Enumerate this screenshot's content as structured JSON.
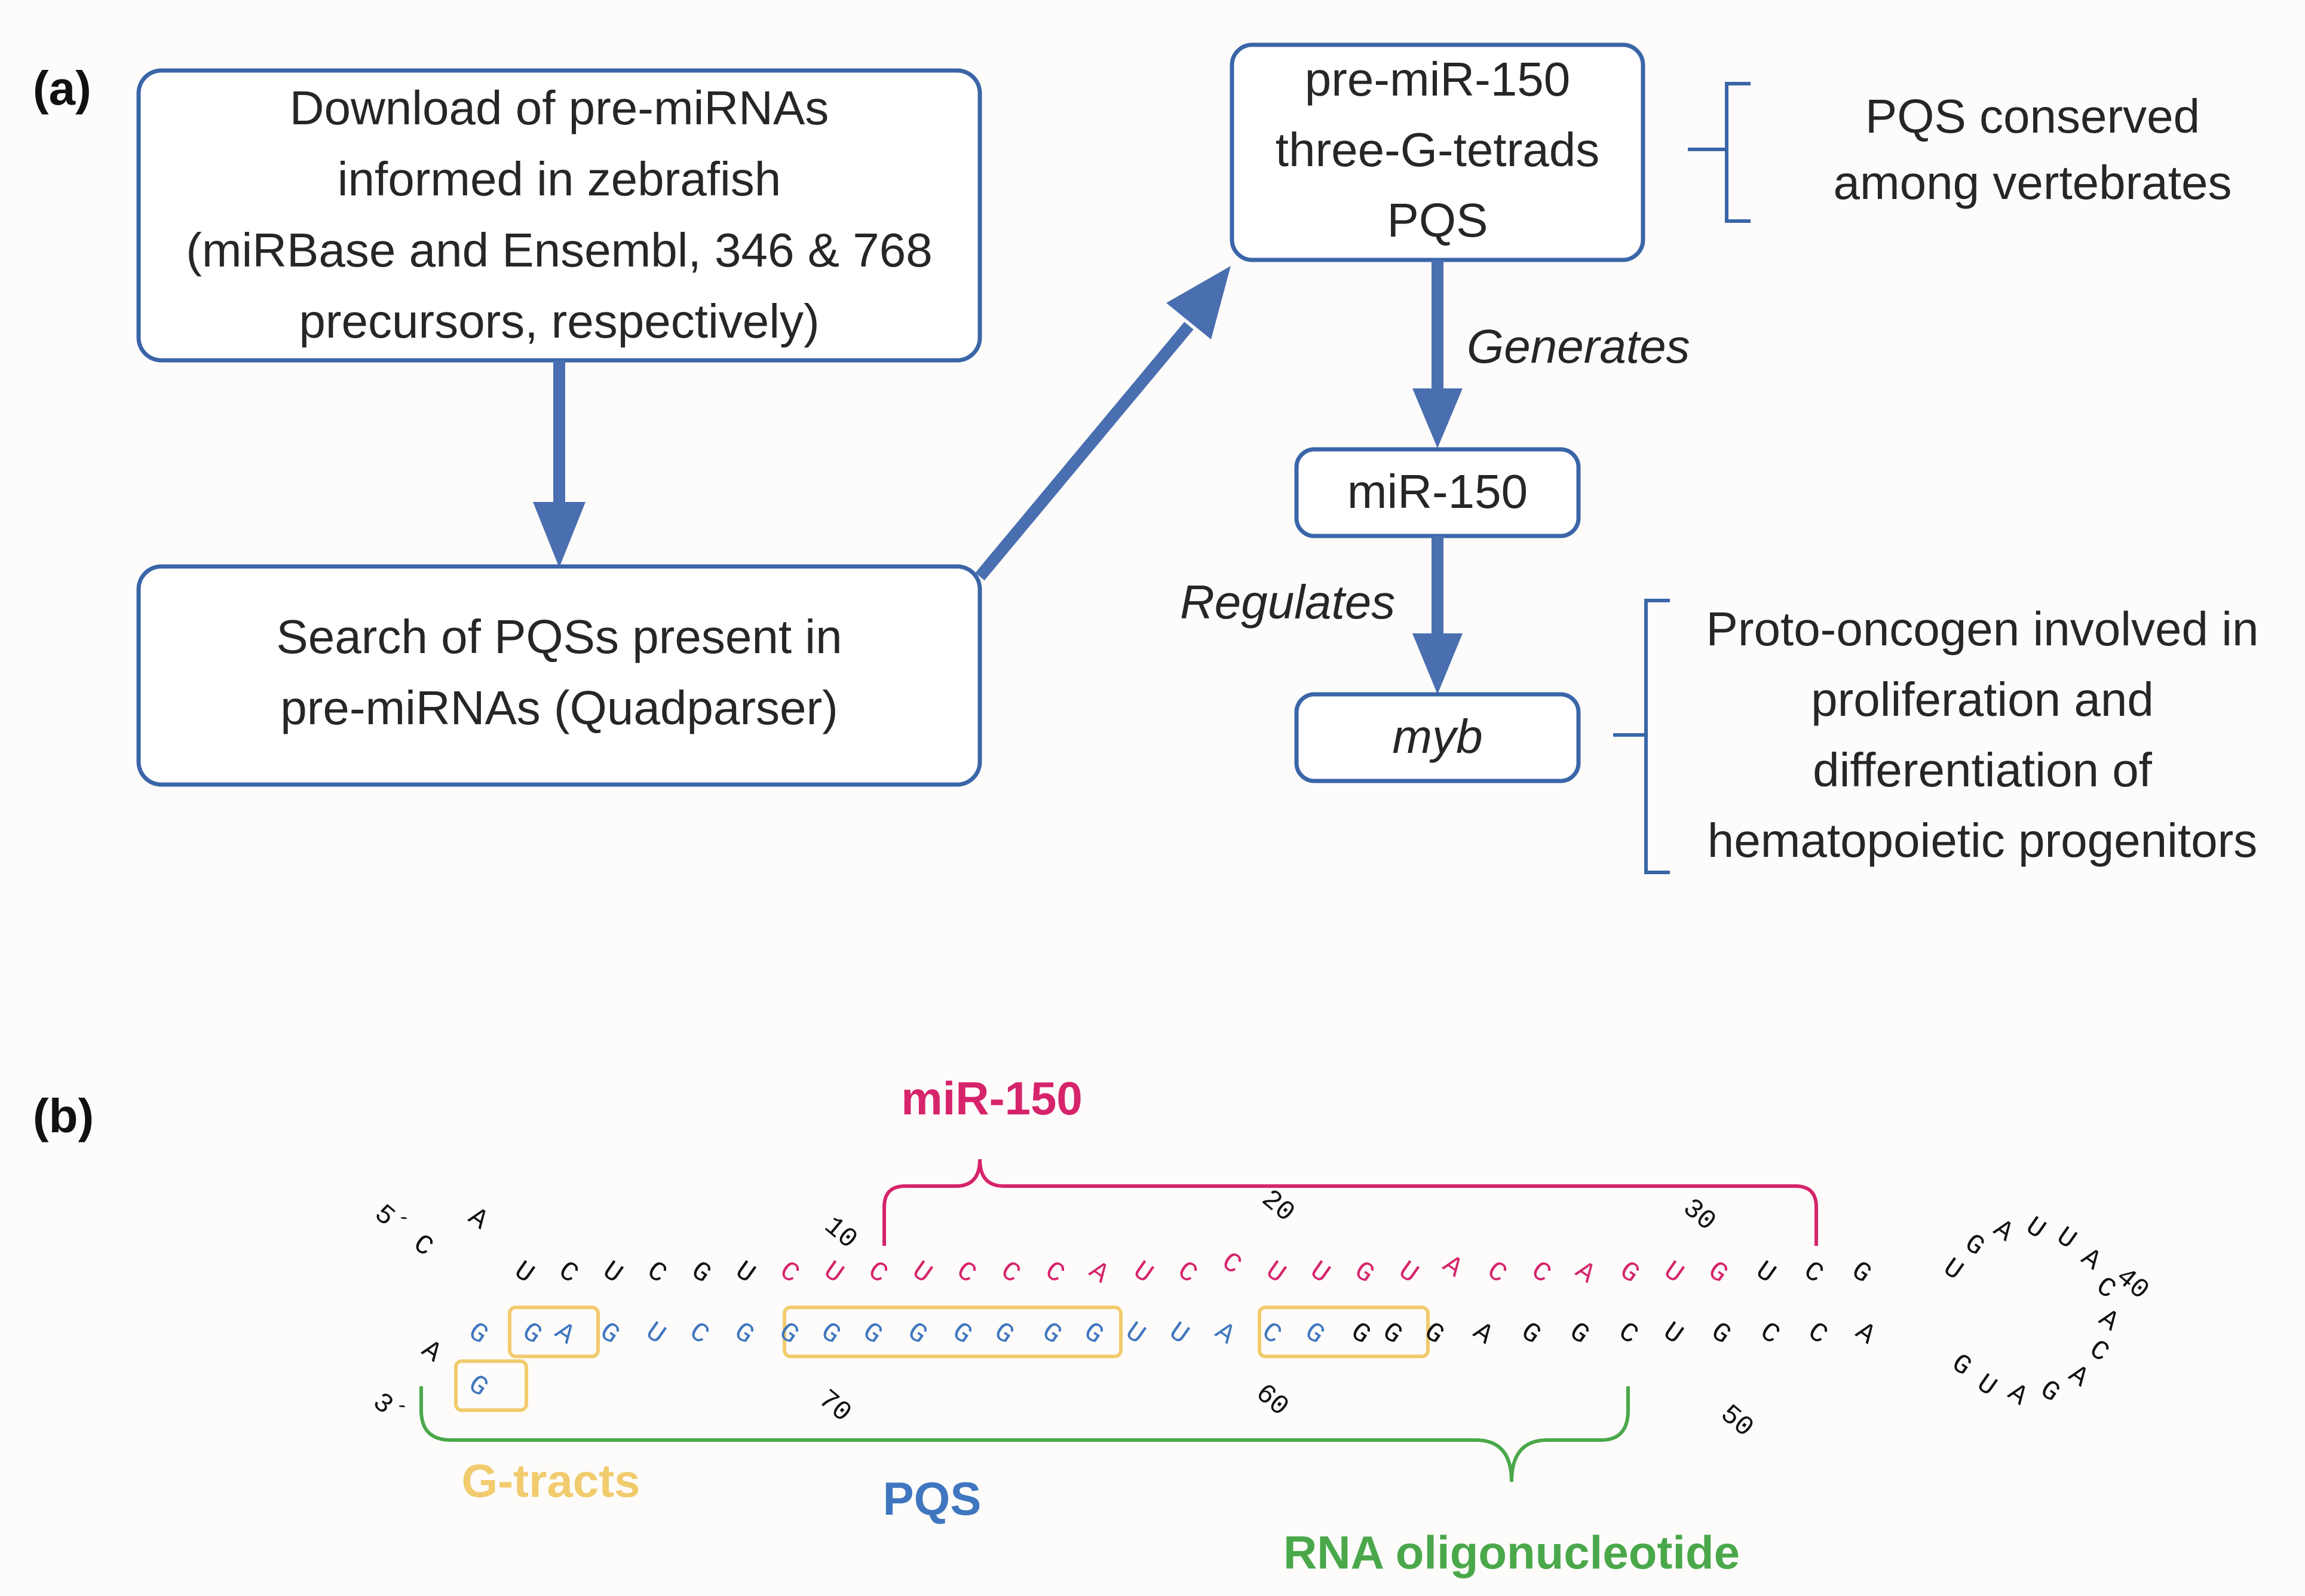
{
  "panel_a": {
    "label": "(a)",
    "download_box": [
      "Download of pre-miRNAs",
      "informed in zebrafish",
      "(miRBase and Ensembl, 346 & 768",
      "precursors, respectively)"
    ],
    "search_box": [
      "Search of PQSs present in",
      "pre-miRNAs (Quadparser)"
    ],
    "premir_box": [
      "pre-miR-150",
      "three-G-tetrads",
      "PQS"
    ],
    "conserved_note": [
      "PQS conserved",
      "among vertebrates"
    ],
    "generates_label": "Generates",
    "mir_box": "miR-150",
    "regulates_label": "Regulates",
    "myb_box": "myb",
    "myb_note": [
      "Proto-oncogen involved in",
      "proliferation and",
      "differentiation of",
      "hematopoietic progenitors"
    ]
  },
  "panel_b": {
    "label": "(b)",
    "five_prime": "5´",
    "three_prime": "3´",
    "top_strand": "CAUCUCGUCUCUCCCAUCCUUGUACCAGUGUCG",
    "loop": "UGAUUACACAGAUG",
    "bottom_strand": "ACCGUCGGAGGGGCAUUGGGGGGGGGCUGAGGGA",
    "position_numbers": [
      "10",
      "20",
      "30",
      "40",
      "50",
      "60",
      "70"
    ],
    "mir_label": "miR-150",
    "gtracts_label": "G-tracts",
    "pqs_label": "PQS",
    "oligo_label": "RNA oligonucleotide",
    "colors": {
      "black": "#111111",
      "mir": "#d6246b",
      "pqs": "#3f76bf",
      "gtract_box": "#f1cb6d",
      "oligo": "#4aa84a",
      "flow": "#4a6fb0"
    }
  }
}
